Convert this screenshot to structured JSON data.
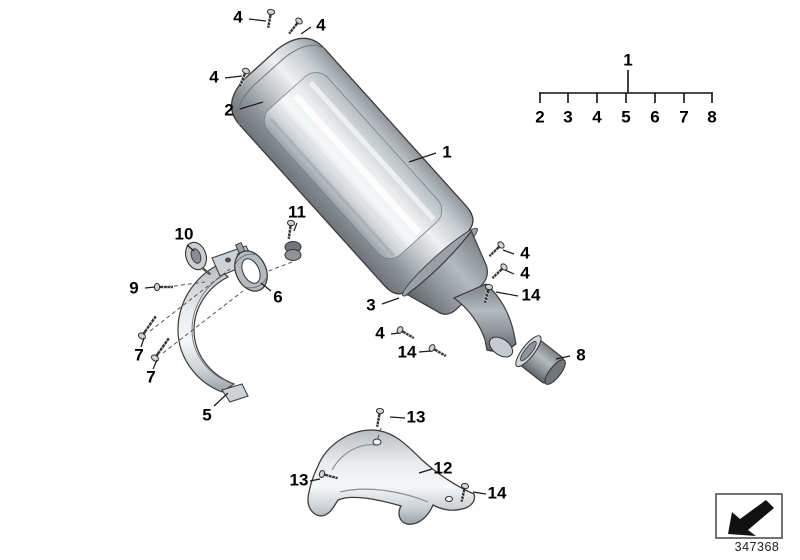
{
  "part_number": "347368",
  "callouts": [
    "4",
    "4",
    "4",
    "2",
    "1",
    "11",
    "10",
    "9",
    "6",
    "3",
    "4",
    "4",
    "14",
    "4",
    "14",
    "7",
    "7",
    "8",
    "5",
    "13",
    "12",
    "13",
    "14"
  ],
  "tree": {
    "root": "1",
    "children": [
      "2",
      "3",
      "4",
      "5",
      "6",
      "7",
      "8"
    ]
  }
}
